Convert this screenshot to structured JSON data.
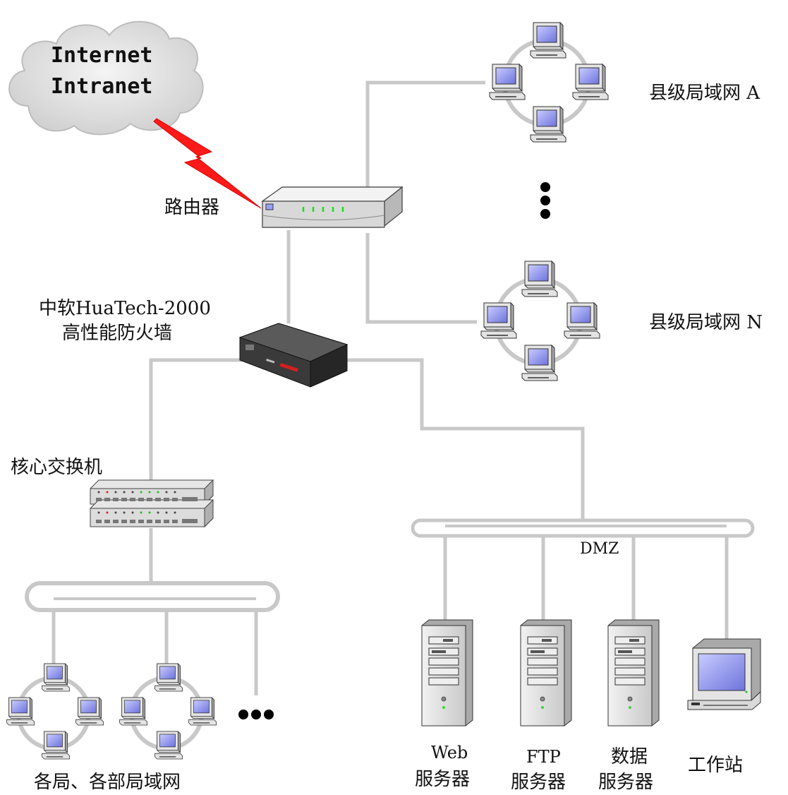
{
  "cloud": {
    "line1": "Internet",
    "line2": "Intranet"
  },
  "router": {
    "label": "路由器"
  },
  "firewall": {
    "line1": "中软HuaTech-2000",
    "line2": "高性能防火墙"
  },
  "core_switch": {
    "label": "核心交换机"
  },
  "county_lans": [
    {
      "label": "县级局域网 A"
    },
    {
      "label": "县级局域网 N"
    }
  ],
  "dmz": {
    "label": "DMZ"
  },
  "servers": [
    {
      "line1": "Web",
      "line2": "服务器"
    },
    {
      "line1": "FTP",
      "line2": "服务器"
    },
    {
      "line1": "数据",
      "line2": "服务器"
    }
  ],
  "workstation": {
    "label": "工作站"
  },
  "bureau_lans": {
    "label": "各局、各部局域网"
  },
  "colors": {
    "link": "#c8c8c8",
    "wan": "#ff1a1a",
    "screen": "#7f85e6"
  }
}
